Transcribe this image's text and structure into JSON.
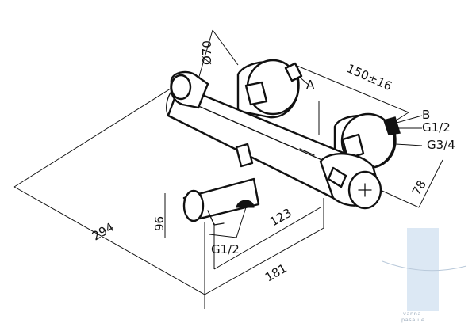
{
  "diagram": {
    "dimensions": {
      "d70": "Ø70",
      "d150": "150±16",
      "d294": "294",
      "d96": "96",
      "d123": "123",
      "d181": "181",
      "d78": "78"
    },
    "connections": {
      "a": "A",
      "b": "B",
      "g12_top": "G1/2",
      "g34": "G3/4",
      "g12_bottom": "G1/2"
    },
    "watermark": [
      "vanna",
      "pasaule"
    ]
  }
}
